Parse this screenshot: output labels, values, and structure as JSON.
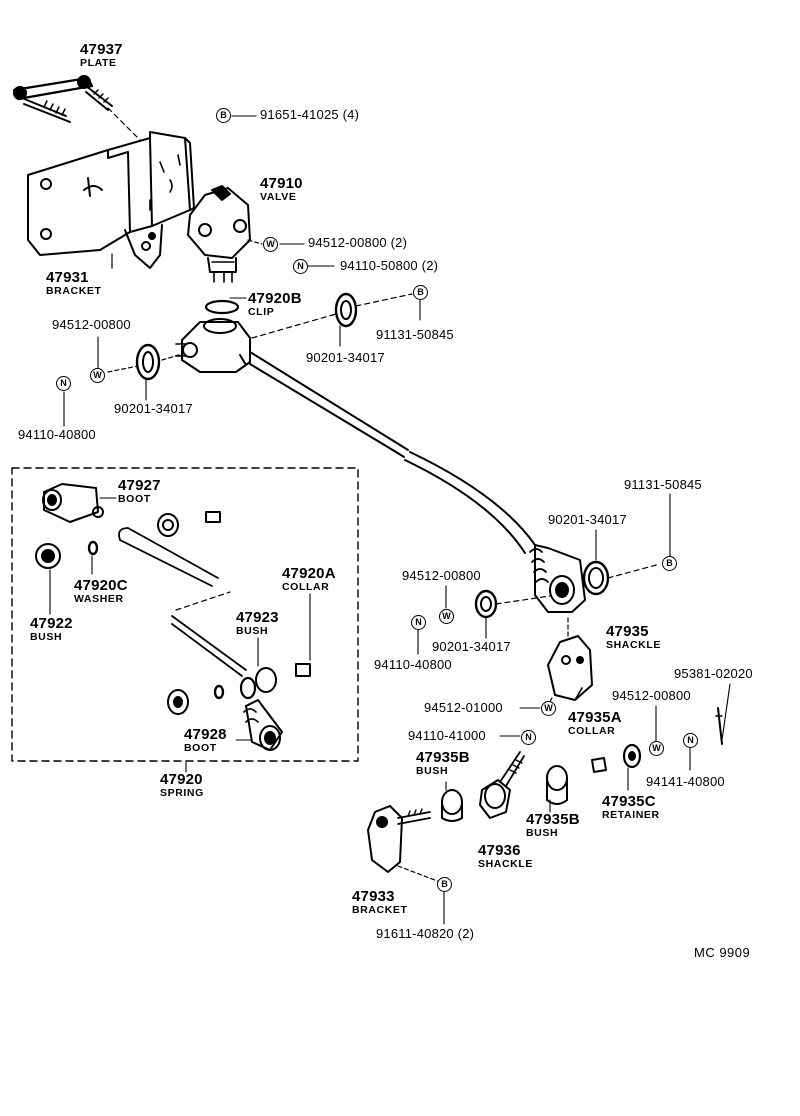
{
  "diagram": {
    "labels": [
      {
        "id": "47937",
        "desc": "PLATE"
      },
      {
        "id": "47910",
        "desc": "VALVE"
      },
      {
        "id": "47931",
        "desc": "BRACKET"
      },
      {
        "id": "47920B",
        "desc": "CLIP"
      },
      {
        "id": "47927",
        "desc": "BOOT"
      },
      {
        "id": "47920C",
        "desc": "WASHER"
      },
      {
        "id": "47922",
        "desc": "BUSH"
      },
      {
        "id": "47920A",
        "desc": "COLLAR"
      },
      {
        "id": "47923",
        "desc": "BUSH"
      },
      {
        "id": "47928",
        "desc": "BOOT"
      },
      {
        "id": "47920",
        "desc": "SPRING"
      },
      {
        "id": "47935",
        "desc": "SHACKLE"
      },
      {
        "id": "47935A",
        "desc": "COLLAR"
      },
      {
        "id": "47935B",
        "desc": "BUSH"
      },
      {
        "id": "47935B",
        "desc": "BUSH"
      },
      {
        "id": "47935C",
        "desc": "RETAINER"
      },
      {
        "id": "47936",
        "desc": "SHACKLE"
      },
      {
        "id": "47933",
        "desc": "BRACKET"
      }
    ],
    "part_numbers": [
      "91651-41025 (4)",
      "94512-00800 (2)",
      "94110-50800 (2)",
      "91131-50845",
      "94512-00800",
      "90201-34017",
      "90201-34017",
      "94110-40800",
      "91131-50845",
      "90201-34017",
      "94512-00800",
      "90201-34017",
      "94110-40800",
      "94512-01000",
      "94110-41000",
      "95381-02020",
      "94512-00800",
      "94141-40800",
      "91611-40820 (2)"
    ],
    "badges": [
      "B",
      "W",
      "N",
      "B",
      "N",
      "W",
      "B",
      "W",
      "N",
      "W",
      "N",
      "W",
      "N",
      "B"
    ],
    "footer_code": "MC  9909"
  }
}
